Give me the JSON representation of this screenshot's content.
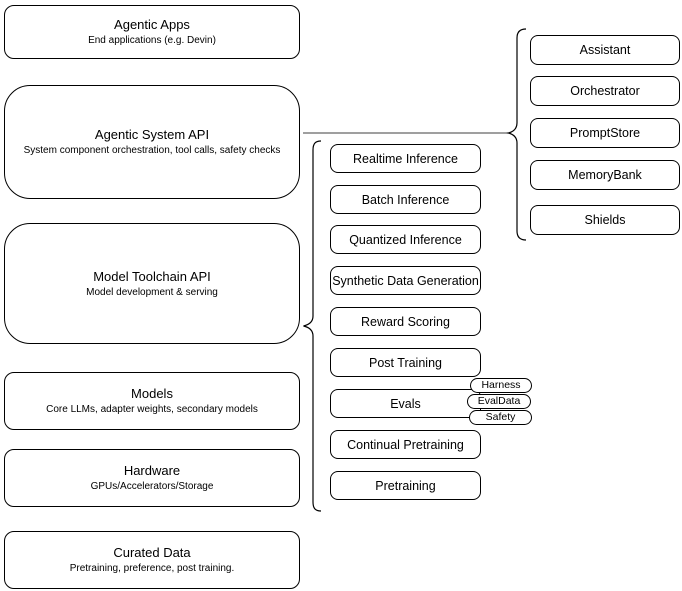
{
  "canvas": {
    "background": "#ffffff",
    "node_fill": "#ffffff",
    "node_stroke": "#000000",
    "connector_color": "#666666"
  },
  "left_stack": [
    {
      "title": "Agentic Apps",
      "subtitle": "End applications (e.g. Devin)"
    },
    {
      "title": "Agentic System API",
      "subtitle": "System component orchestration, tool calls, safety checks"
    },
    {
      "title": "Model Toolchain API",
      "subtitle": "Model development & serving"
    },
    {
      "title": "Models",
      "subtitle": "Core LLMs, adapter weights, secondary models"
    },
    {
      "title": "Hardware",
      "subtitle": "GPUs/Accelerators/Storage"
    },
    {
      "title": "Curated Data",
      "subtitle": "Pretraining, preference, post training."
    }
  ],
  "middle_stack": [
    "Realtime Inference",
    "Batch Inference",
    "Quantized Inference",
    "Synthetic Data Generation",
    "Reward Scoring",
    "Post Training",
    "Evals",
    "Continual Pretraining",
    "Pretraining"
  ],
  "right_stack": [
    "Assistant",
    "Orchestrator",
    "PromptStore",
    "MemoryBank",
    "Shields"
  ],
  "eval_tags": [
    "Harness",
    "EvalData",
    "Safety"
  ]
}
